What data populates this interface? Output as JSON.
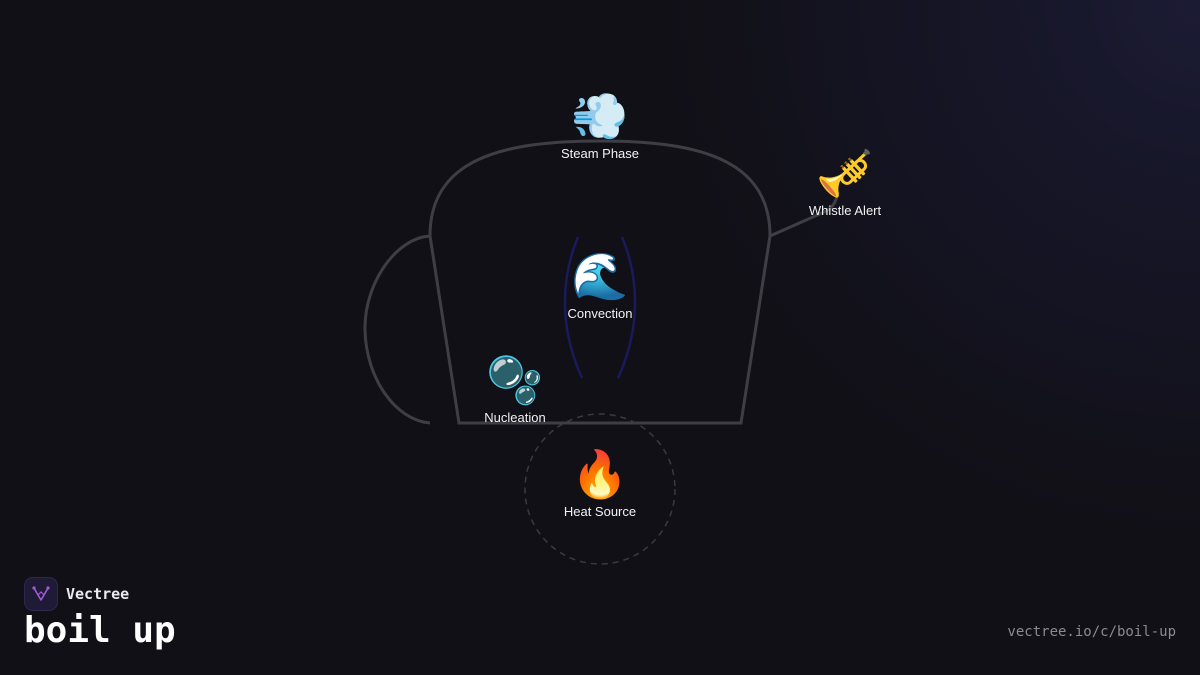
{
  "brand": {
    "name": "Vectree",
    "logo_color": "#a25bd8"
  },
  "page": {
    "title": "boil up",
    "url": "vectree.io/c/boil-up"
  },
  "nodes": {
    "steam": {
      "icon": "💨",
      "icon_name": "dash-icon",
      "label": "Steam Phase"
    },
    "whistle": {
      "icon": "🎺",
      "icon_name": "trumpet-icon",
      "label": "Whistle Alert"
    },
    "convection": {
      "icon": "🌊",
      "icon_name": "wave-icon",
      "label": "Convection"
    },
    "nucleation": {
      "icon": "🫧",
      "icon_name": "bubbles-icon",
      "label": "Nucleation"
    },
    "heat": {
      "icon": "🔥",
      "icon_name": "fire-icon",
      "label": "Heat Source"
    }
  },
  "colors": {
    "background": "#111016",
    "kettle_stroke": "#3e3e44",
    "convection_arc": "#1a1a5c",
    "heat_ring": "#3a3a40"
  }
}
